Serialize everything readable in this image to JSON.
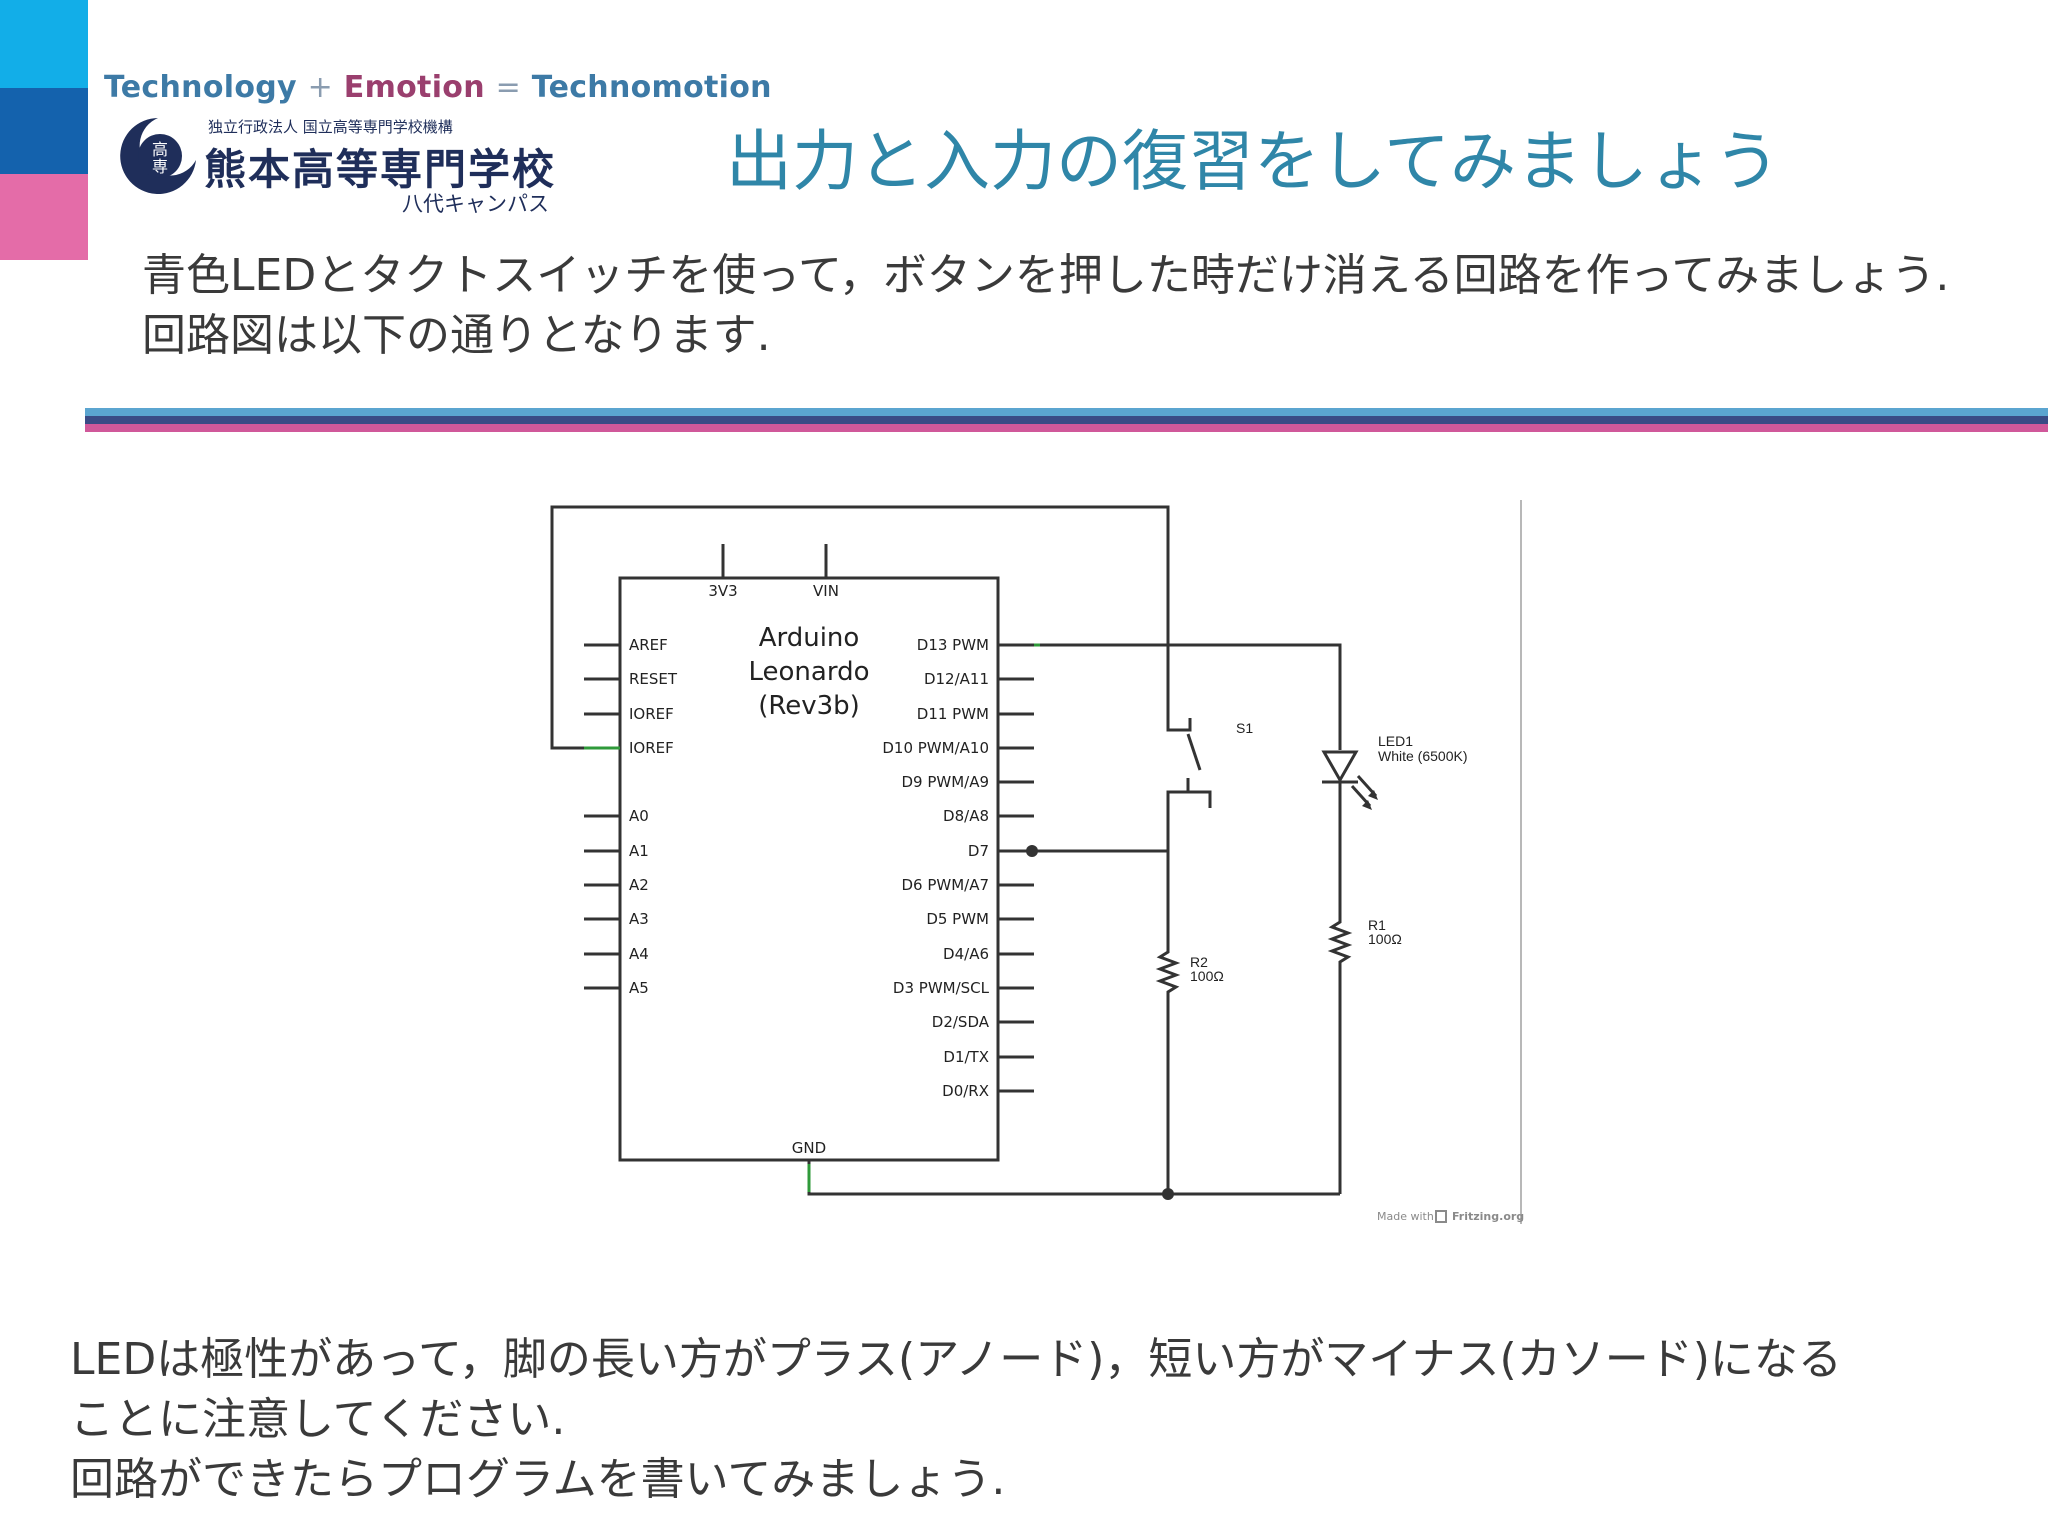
{
  "header": {
    "tagline": {
      "tech": "Technology",
      "plus": "+",
      "emotion": "Emotion",
      "equals": "=",
      "result": "Technomotion"
    },
    "logo": {
      "seal_text": "高専",
      "org": "独立行政法人 国立高等専門学校機構",
      "name": "熊本高等専門学校",
      "campus": "八代キャンパス"
    },
    "title": "出力と入力の復習をしてみましょう"
  },
  "intro": {
    "line1": "青色LEDとタクトスイッチを使って，ボタンを押した時だけ消える回路を作ってみましょう.",
    "line2": "回路図は以下の通りとなります."
  },
  "colors": {
    "bar_top": "#12aee8",
    "bar_mid": "#1462ad",
    "bar_bottom": "#e46ca8",
    "stripe1": "#5ba5d0",
    "stripe2": "#3a4b85",
    "stripe3": "#d0589a",
    "wire": "#333333",
    "wire_green": "#2f9a3a"
  },
  "schematic": {
    "board": {
      "name_line1": "Arduino",
      "name_line2": "Leonardo",
      "name_line3": "(Rev3b)"
    },
    "top_pins": [
      "3V3",
      "VIN"
    ],
    "bottom_pin": "GND",
    "left_pins": [
      "AREF",
      "RESET",
      "IOREF",
      "IOREF",
      "A0",
      "A1",
      "A2",
      "A3",
      "A4",
      "A5"
    ],
    "right_pins": [
      "D13 PWM",
      "D12/A11",
      "D11 PWM",
      "D10 PWM/A10",
      "D9 PWM/A9",
      "D8/A8",
      "D7",
      "D6 PWM/A7",
      "D5 PWM",
      "D4/A6",
      "D3 PWM/SCL",
      "D2/SDA",
      "D1/TX",
      "D0/RX"
    ],
    "switch": {
      "ref": "S1"
    },
    "led": {
      "ref": "LED1",
      "value": "White (6500K)"
    },
    "r1": {
      "ref": "R1",
      "value": "100Ω"
    },
    "r2": {
      "ref": "R2",
      "value": "100Ω"
    },
    "credit": "Made with",
    "credit_brand": "Fritzing.org"
  },
  "footer": {
    "line1": "LEDは極性があって，脚の長い方がプラス(アノード)，短い方がマイナス(カソード)になる",
    "line2": "ことに注意してください.",
    "line3": "回路ができたらプログラムを書いてみましょう."
  }
}
